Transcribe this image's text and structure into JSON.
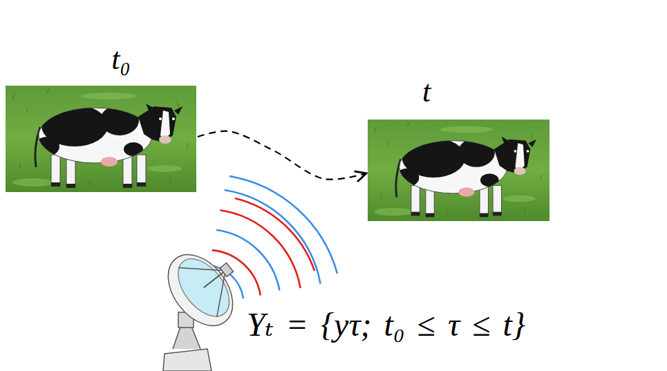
{
  "diagram": {
    "nodes": [
      {
        "text": [
          "t₀"
        ]
      },
      {
        "text": [
          "t"
        ]
      }
    ],
    "edges": [
      {
        "from": 0,
        "to": 1,
        "arrow": "to"
      }
    ],
    "labels": [
      "Yₜ = {yτ; t₀ ≤ τ ≤ t}"
    ]
  }
}
